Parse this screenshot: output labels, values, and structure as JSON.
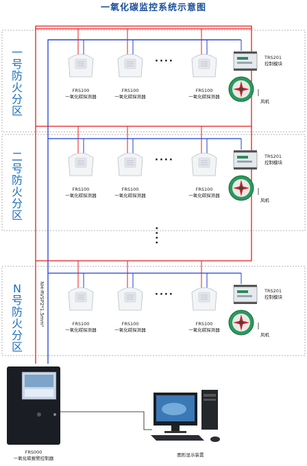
{
  "title": "一氧化碳监控系统示意图",
  "zones": [
    {
      "label": "一号防火分区"
    },
    {
      "label": "二号防火分区"
    },
    {
      "label": "N号防火分区"
    }
  ],
  "detector": {
    "model": "FRS100",
    "name": "一氧化碳探测器"
  },
  "module": {
    "model": "TRS201",
    "name": "控制模块"
  },
  "fan": {
    "name": "风机"
  },
  "controller": {
    "model": "FRS000",
    "name": "一氧化碳报警控制器"
  },
  "pc": {
    "name": "图形显示装置"
  },
  "cable": {
    "label": "NH-RVSP2*1.5mm²"
  },
  "ellipsis": "····",
  "colors": {
    "red": "#e8191d",
    "blue": "#1c3fd6",
    "zone_border": "#999999",
    "label": "#1d6fbf"
  }
}
